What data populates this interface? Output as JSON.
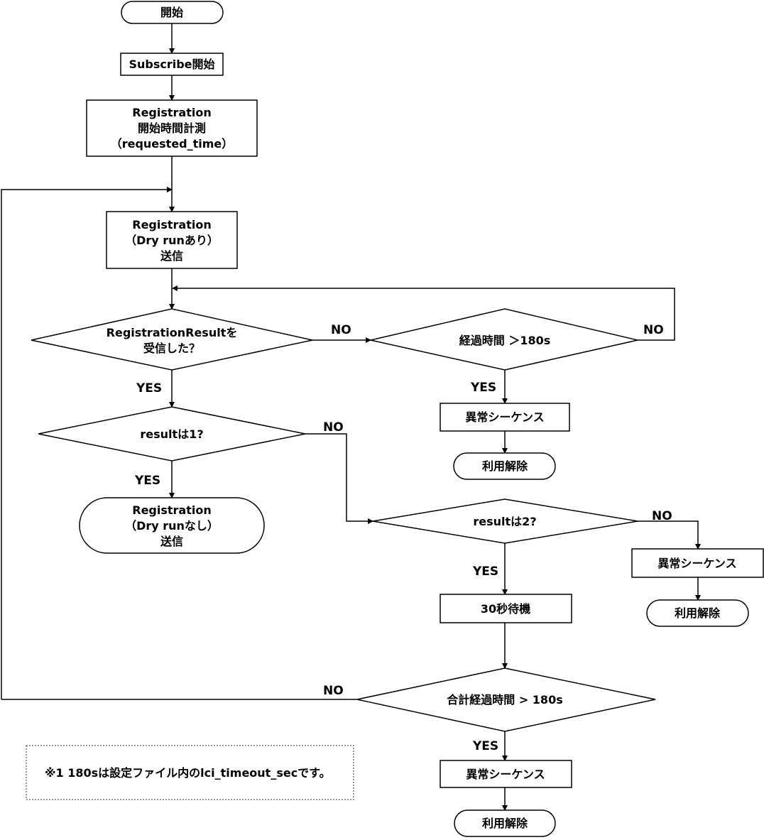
{
  "nodes": {
    "start": "開始",
    "subscribe": "Subscribe開始",
    "reg_measure": [
      "Registration",
      "開始時間計測",
      "（requested_time）"
    ],
    "reg_dry": [
      "Registration",
      "（Dry runあり）",
      "送信"
    ],
    "dec_result_received": [
      "RegistrationResultを",
      "受信した？"
    ],
    "dec_elapsed": "経過時間 ＞180s",
    "abnormal_1": "異常シーケンス",
    "release_1": "利用解除",
    "dec_result1": "resultは1?",
    "reg_nodry": [
      "Registration",
      "（Dry runなし）",
      "送信"
    ],
    "dec_result2": "resultは2?",
    "abnormal_2": "異常シーケンス",
    "release_2": "利用解除",
    "wait30": "30秒待機",
    "dec_total": "合計経過時間 > 180s",
    "abnormal_3": "異常シーケンス",
    "release_3": "利用解除"
  },
  "labels": {
    "no_received": "NO",
    "no_elapsed": "NO",
    "yes_elapsed": "YES",
    "yes_received": "YES",
    "no_result1": "NO",
    "yes_result1": "YES",
    "no_result2": "NO",
    "yes_result2": "YES",
    "no_total": "NO",
    "yes_total": "YES"
  },
  "note": "※1 180sは設定ファイル内のlci_timeout_secです。"
}
